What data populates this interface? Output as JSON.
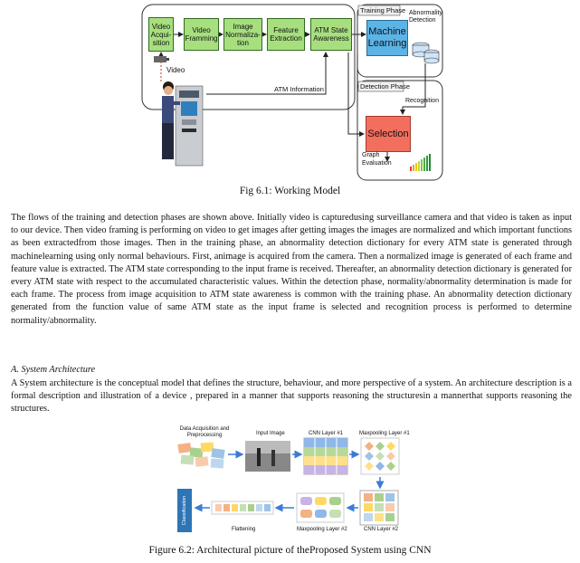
{
  "figure1": {
    "boxes": {
      "video_acquisition": "Video Acqui- sition",
      "video_framing": "Video Framming",
      "image_normalization": "Image Normaliza- tion",
      "feature_extraction": "Feature Extraction",
      "atm_state_awareness": "ATM State Awareness",
      "machine_learning": "Machine Learning",
      "selection": "Selection"
    },
    "labels": {
      "video": "Video",
      "atm_information": "ATM Information",
      "training_phase": "Training Phase",
      "abnormality_detection": "Abnormality Detection",
      "detection_phase": "Detection Phase",
      "recognition": "Recognition",
      "graph_evaluation": "Graph Evaluation"
    },
    "caption": "Fig 6.1: Working Model"
  },
  "body_paragraph": "The flows of the training and detection phases are shown above. Initially video is capturedusing surveillance camera and that video is taken as input to our device. Then video framing is performing on video to get images after getting images the images are normalized and which important functions as been extractedfrom those images. Then in the training phase, an abnormality detection dictionary for every ATM state is generated through machinelearning using only normal behaviours. First, animage is acquired from the camera. Then a normalized image is generated of each frame and feature value is extracted. The ATM state corresponding to the input frame is received. Thereafter, an abnormality detection dictionary is generated for every ATM state with respect to the accumulated characteristic values. Within the detection phase, normality/abnormality determination is made for each frame. The process from image acquisition to ATM state awareness is common with the training phase. An abnormality detection dictionary generated from the function value of same ATM state as the input frame is selected and recognition process is  performed to determine normality/abnormality.",
  "section": {
    "heading": "A.   System Architecture",
    "paragraph": "A System architecture is the conceptual model that defines the structure, behaviour, and more perspective of a system. An architecture description is a formal description and illustration of a device , prepared in a manner that supports reasoning the structuresin a mannerthat supports reasoning the structures."
  },
  "figure2": {
    "labels": {
      "data_acquisition": "Data Acquisition and Preprocessing",
      "input_image": "Input Image",
      "cnn_layer1": "CNN Layer #1",
      "maxpool1": "Maxpooling Layer #1",
      "cnn_layer2": "CNN Layer #2",
      "maxpool2": "Maxpooling Layer #2",
      "flattening": "Flattening",
      "classification": "Classification"
    },
    "caption": "Figure 6.2: Architectural picture of theProposed System using CNN"
  }
}
